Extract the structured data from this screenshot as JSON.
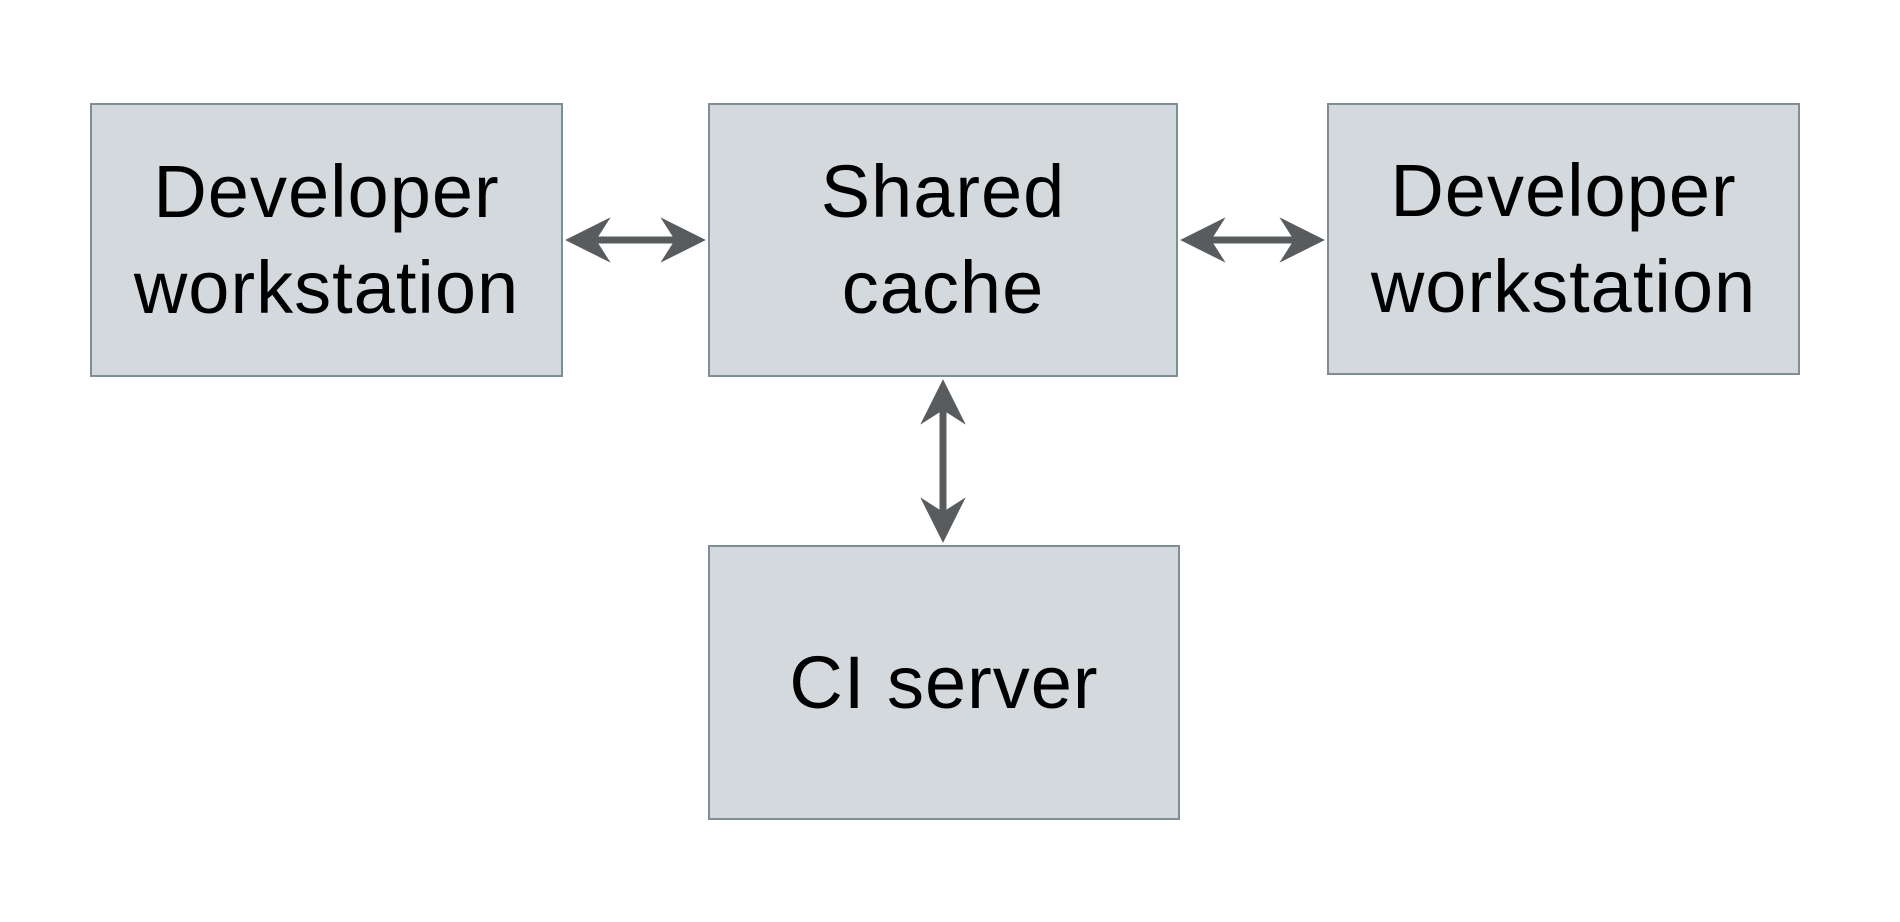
{
  "diagram": {
    "type": "architecture-diagram",
    "background": "#ffffff",
    "nodes": [
      {
        "id": "developer-workstation-left",
        "label": "Developer workstation",
        "lines": [
          "Developer",
          "workstation"
        ]
      },
      {
        "id": "shared-cache",
        "label": "Shared cache",
        "lines": [
          "Shared",
          "cache"
        ]
      },
      {
        "id": "developer-workstation-right",
        "label": "Developer workstation",
        "lines": [
          "Developer",
          "workstation"
        ]
      },
      {
        "id": "ci-server",
        "label": "CI server",
        "lines": [
          "CI server"
        ]
      }
    ],
    "edges": [
      {
        "from": "developer-workstation-left",
        "to": "shared-cache",
        "direction": "bidirectional",
        "orientation": "horizontal"
      },
      {
        "from": "shared-cache",
        "to": "developer-workstation-right",
        "direction": "bidirectional",
        "orientation": "horizontal"
      },
      {
        "from": "shared-cache",
        "to": "ci-server",
        "direction": "bidirectional",
        "orientation": "vertical"
      }
    ],
    "colors": {
      "node_fill": "#d3d9dc",
      "node_border": "#7d8e96",
      "arrow": "#585c5e",
      "text": "#000000"
    }
  }
}
